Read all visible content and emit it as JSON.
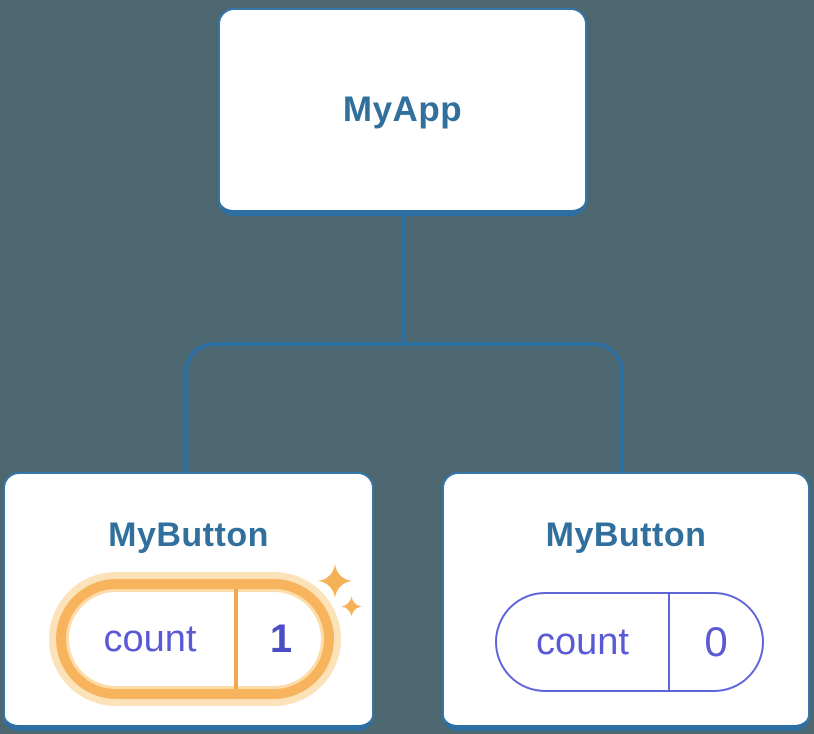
{
  "canvas": {
    "background_color": "#4d6770",
    "description": "React component tree diagram with one root and two child components"
  },
  "colors": {
    "card_background": "#ffffff",
    "card_border": "#3576a9",
    "card_border_bottom": "#2e6fa3",
    "connector_line": "#2e6fa3",
    "title_text": "#31709c",
    "state_text": "#5a5ad6",
    "state_value_highlight_text": "#4c4cc7",
    "highlight_ring": "#f7b45c",
    "highlight_halo": "#fbe2b8",
    "highlight_inner_edge": "#fcdca8",
    "sparkle": "#f5b155",
    "plain_pill_border": "#5f64d9"
  },
  "icons": {
    "sparkle_big": "four-point-star",
    "sparkle_small": "four-point-star"
  },
  "tree": {
    "root": {
      "label": "MyApp"
    },
    "children": [
      {
        "label": "MyButton",
        "state": {
          "key": "count",
          "value": "1"
        },
        "highlighted": true
      },
      {
        "label": "MyButton",
        "state": {
          "key": "count",
          "value": "0"
        },
        "highlighted": false
      }
    ]
  }
}
